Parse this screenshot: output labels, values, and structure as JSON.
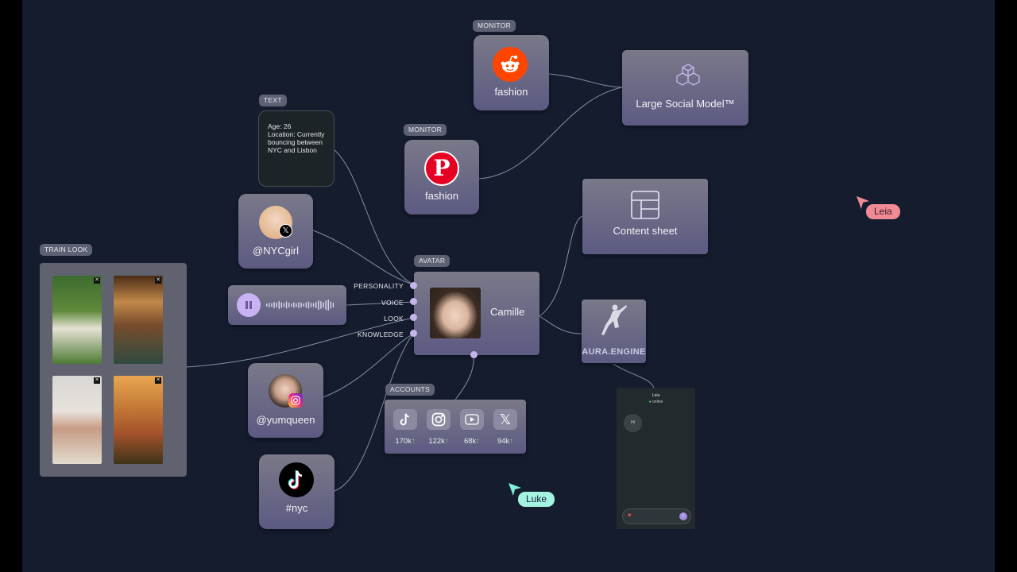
{
  "tags": {
    "monitor1": "MONITOR",
    "monitor2": "MONITOR",
    "text": "TEXT",
    "train_look": "TRAIN LOOK",
    "avatar": "AVATAR",
    "accounts": "ACCOUNTS"
  },
  "reddit_node": {
    "label": "fashion",
    "icon": "reddit-icon",
    "color": "#ff4500"
  },
  "pinterest_node": {
    "label": "fashion",
    "icon": "pinterest-icon",
    "color": "#e60023"
  },
  "lsm_node": {
    "label": "Large Social Model™",
    "icon": "cubes-icon"
  },
  "text_node": {
    "content": "Age: 26\nLocation: Currently bouncing between NYC and Lisbon"
  },
  "nycgirl_node": {
    "label": "@NYCgirl",
    "icon": "x-icon"
  },
  "voice_node": {
    "icon": "pause-icon"
  },
  "yumqueen_node": {
    "label": "@yumqueen",
    "icon": "instagram-icon"
  },
  "tiktok_node": {
    "label": "#nyc",
    "icon": "tiktok-icon"
  },
  "avatar_node": {
    "name": "Camille",
    "ports": [
      "PERSONALITY",
      "VOICE",
      "LOOK",
      "KNOWLEDGE"
    ]
  },
  "content_sheet_node": {
    "label": "Content sheet",
    "icon": "table-icon"
  },
  "aura_node": {
    "label": "AURA.ENGINE",
    "icon": "dancer-icon"
  },
  "accounts_node": {
    "items": [
      {
        "icon": "tiktok-icon",
        "count": "170k",
        "trend": "↑"
      },
      {
        "icon": "instagram-icon",
        "count": "122k",
        "trend": "↑"
      },
      {
        "icon": "youtube-icon",
        "count": "68k",
        "trend": "↑"
      },
      {
        "icon": "x-icon",
        "count": "94k",
        "trend": "↑"
      }
    ]
  },
  "phone_preview": {
    "name": "Leia",
    "status": "online",
    "bubble": "Hi"
  },
  "cursors": {
    "leia": {
      "name": "Leia",
      "color": "#f08a95"
    },
    "luke": {
      "name": "Luke",
      "color": "#7ef0dc"
    }
  }
}
